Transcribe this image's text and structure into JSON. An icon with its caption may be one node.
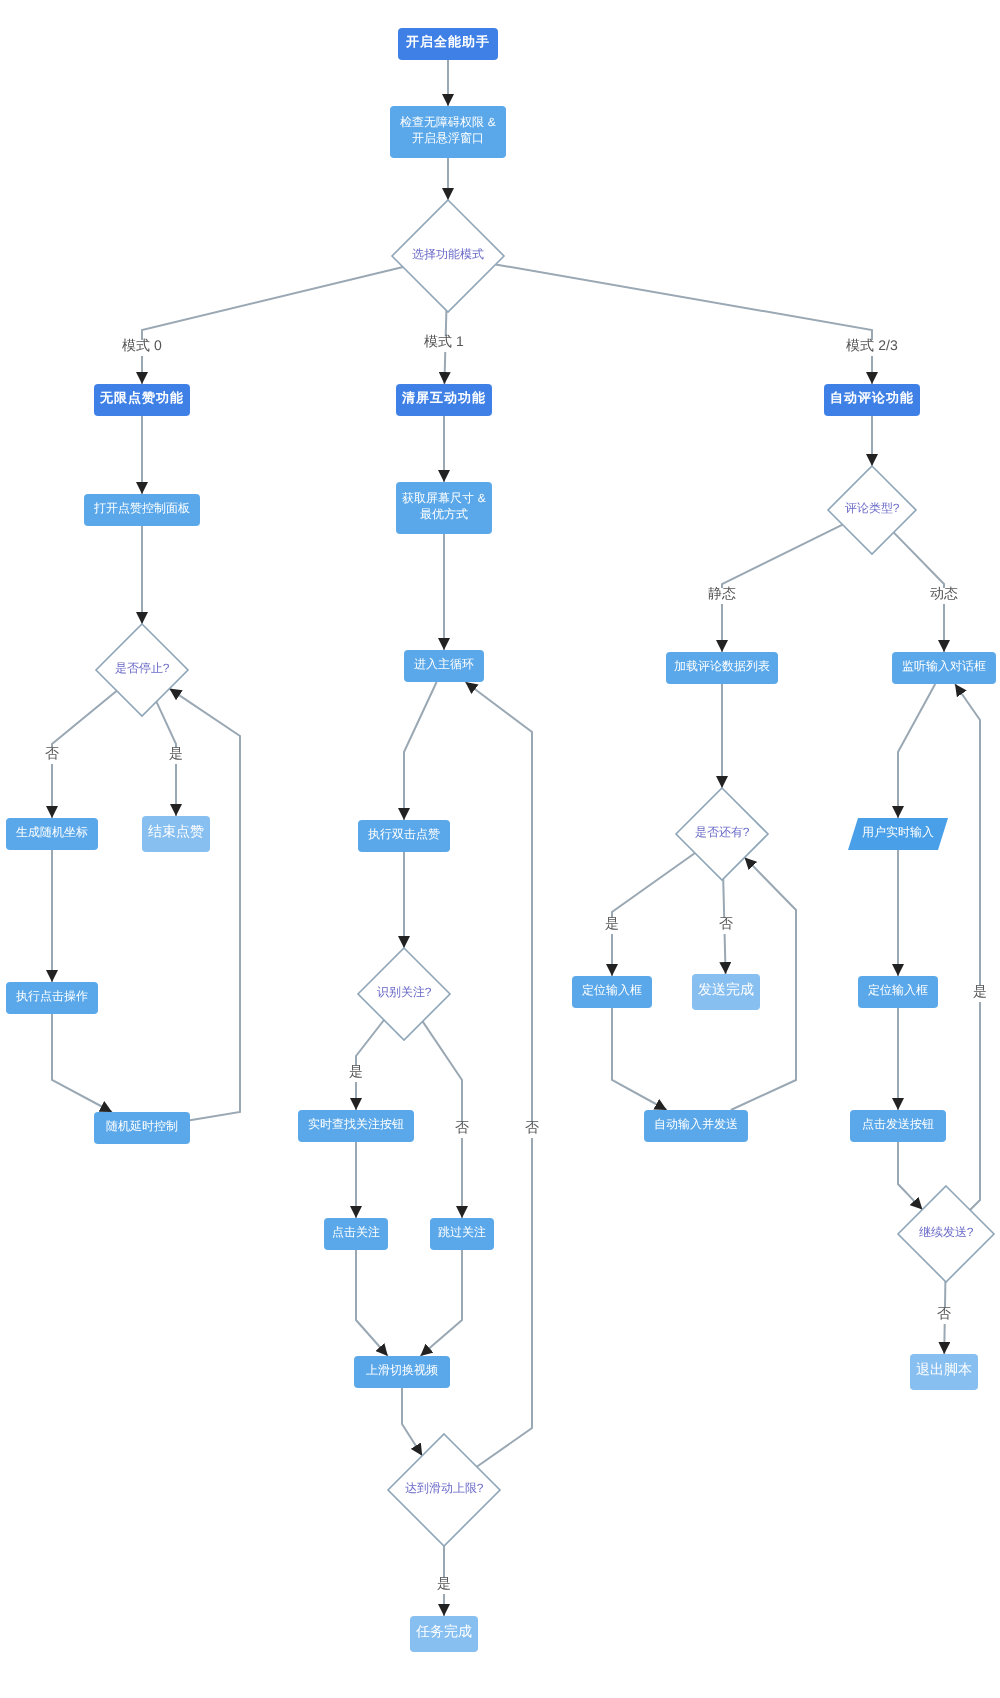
{
  "diagram": {
    "nodes": [
      {
        "text": [
          "开启全能助手"
        ]
      },
      {
        "text": [
          "检查无障碍权限 & 开启悬浮窗口"
        ]
      },
      {
        "text": [
          "选择功能模式"
        ]
      },
      {
        "text": [
          "无限点赞功能"
        ]
      },
      {
        "text": [
          "打开点赞控制面板"
        ]
      },
      {
        "text": [
          "是否停止?"
        ]
      },
      {
        "text": [
          "生成随机坐标"
        ]
      },
      {
        "text": [
          "结束点赞"
        ]
      },
      {
        "text": [
          "执行点击操作"
        ]
      },
      {
        "text": [
          "随机延时控制"
        ]
      },
      {
        "text": [
          "清屏互动功能"
        ]
      },
      {
        "text": [
          "获取屏幕尺寸 & 最优方式"
        ]
      },
      {
        "text": [
          "进入主循环"
        ]
      },
      {
        "text": [
          "执行双击点赞"
        ]
      },
      {
        "text": [
          "识别关注?"
        ]
      },
      {
        "text": [
          "实时查找关注按钮"
        ]
      },
      {
        "text": [
          "点击关注"
        ]
      },
      {
        "text": [
          "跳过关注"
        ]
      },
      {
        "text": [
          "上滑切换视频"
        ]
      },
      {
        "text": [
          "达到滑动上限?"
        ]
      },
      {
        "text": [
          "任务完成"
        ]
      },
      {
        "text": [
          "自动评论功能"
        ]
      },
      {
        "text": [
          "评论类型?"
        ]
      },
      {
        "text": [
          "加载评论数据列表"
        ]
      },
      {
        "text": [
          "是否还有?"
        ]
      },
      {
        "text": [
          "定位输入框"
        ]
      },
      {
        "text": [
          "发送完成"
        ]
      },
      {
        "text": [
          "自动输入并发送"
        ]
      },
      {
        "text": [
          "监听输入对话框"
        ]
      },
      {
        "text": [
          "用户实时输入"
        ]
      },
      {
        "text": [
          "定位输入框"
        ]
      },
      {
        "text": [
          "点击发送按钮"
        ]
      },
      {
        "text": [
          "继续发送?"
        ]
      },
      {
        "text": [
          "退出脚本"
        ]
      }
    ],
    "edges": [
      {
        "from": 0,
        "to": 1,
        "arrow": "to"
      },
      {
        "from": 1,
        "to": 2,
        "arrow": "to"
      },
      {
        "from": 2,
        "to": 3,
        "arrow": "to",
        "label": "模式 0"
      },
      {
        "from": 2,
        "to": 10,
        "arrow": "to",
        "label": "模式 1"
      },
      {
        "from": 2,
        "to": 21,
        "arrow": "to",
        "label": "模式 2/3"
      },
      {
        "from": 3,
        "to": 4,
        "arrow": "to"
      },
      {
        "from": 4,
        "to": 5,
        "arrow": "to"
      },
      {
        "from": 5,
        "to": 6,
        "arrow": "to",
        "label": "否"
      },
      {
        "from": 5,
        "to": 7,
        "arrow": "to",
        "label": "是"
      },
      {
        "from": 6,
        "to": 8,
        "arrow": "to"
      },
      {
        "from": 8,
        "to": 9,
        "arrow": "to"
      },
      {
        "from": 9,
        "to": 5,
        "arrow": "to"
      },
      {
        "from": 10,
        "to": 11,
        "arrow": "to"
      },
      {
        "from": 11,
        "to": 12,
        "arrow": "to"
      },
      {
        "from": 12,
        "to": 13,
        "arrow": "to"
      },
      {
        "from": 13,
        "to": 14,
        "arrow": "to"
      },
      {
        "from": 14,
        "to": 15,
        "arrow": "to",
        "label": "是"
      },
      {
        "from": 14,
        "to": 17,
        "arrow": "to",
        "label": "否"
      },
      {
        "from": 15,
        "to": 16,
        "arrow": "to"
      },
      {
        "from": 16,
        "to": 18,
        "arrow": "to"
      },
      {
        "from": 17,
        "to": 18,
        "arrow": "to"
      },
      {
        "from": 18,
        "to": 19,
        "arrow": "to"
      },
      {
        "from": 19,
        "to": 20,
        "arrow": "to",
        "label": "是"
      },
      {
        "from": 19,
        "to": 12,
        "arrow": "to",
        "label": "否"
      },
      {
        "from": 21,
        "to": 22,
        "arrow": "to"
      },
      {
        "from": 22,
        "to": 23,
        "arrow": "to",
        "label": "静态"
      },
      {
        "from": 22,
        "to": 28,
        "arrow": "to",
        "label": "动态"
      },
      {
        "from": 23,
        "to": 24,
        "arrow": "to"
      },
      {
        "from": 24,
        "to": 25,
        "arrow": "to",
        "label": "是"
      },
      {
        "from": 24,
        "to": 26,
        "arrow": "to",
        "label": "否"
      },
      {
        "from": 25,
        "to": 27,
        "arrow": "to"
      },
      {
        "from": 27,
        "to": 24,
        "arrow": "to"
      },
      {
        "from": 28,
        "to": 29,
        "arrow": "to"
      },
      {
        "from": 29,
        "to": 30,
        "arrow": "to"
      },
      {
        "from": 30,
        "to": 31,
        "arrow": "to"
      },
      {
        "from": 31,
        "to": 32,
        "arrow": "to"
      },
      {
        "from": 32,
        "to": 28,
        "arrow": "to",
        "label": "是"
      },
      {
        "from": 32,
        "to": 33,
        "arrow": "to",
        "label": "否"
      }
    ]
  }
}
